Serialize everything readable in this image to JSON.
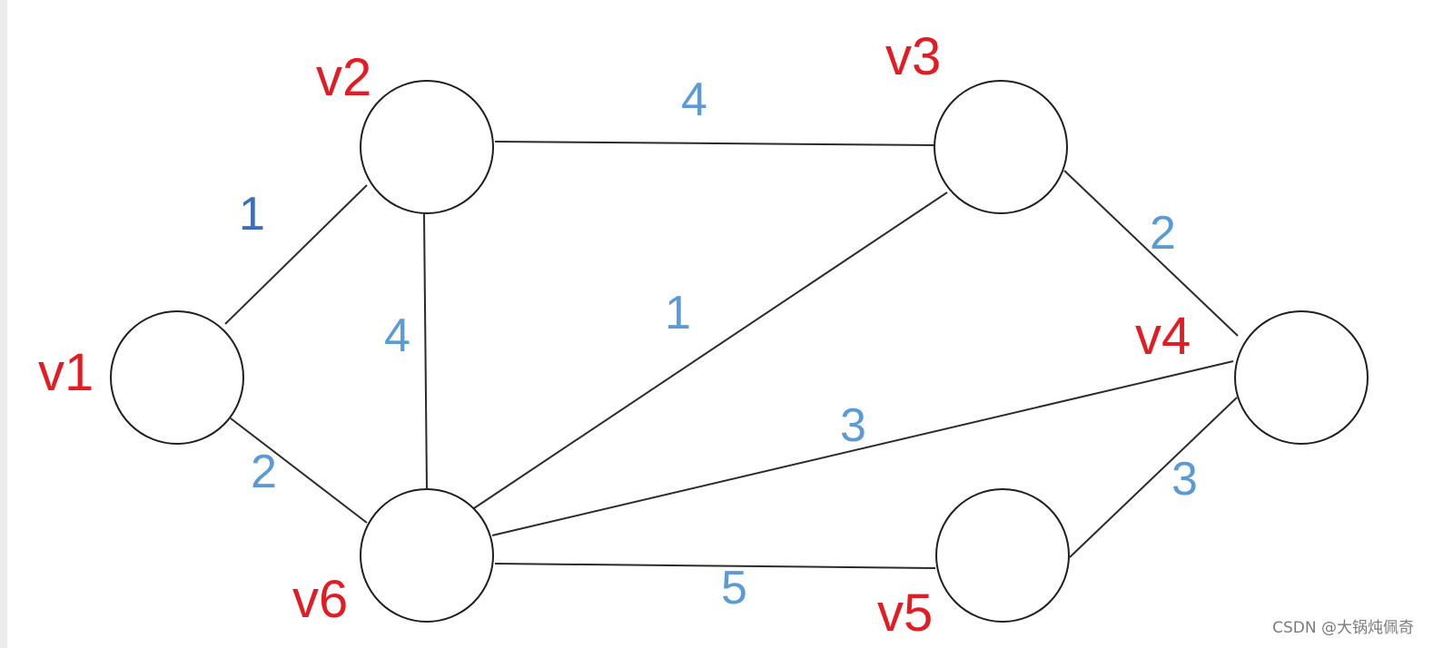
{
  "nodes": [
    {
      "id": "v1",
      "label": "v1"
    },
    {
      "id": "v2",
      "label": "v2"
    },
    {
      "id": "v3",
      "label": "v3"
    },
    {
      "id": "v4",
      "label": "v4"
    },
    {
      "id": "v5",
      "label": "v5"
    },
    {
      "id": "v6",
      "label": "v6"
    }
  ],
  "edges": [
    {
      "from": "v1",
      "to": "v2",
      "weight": "1"
    },
    {
      "from": "v1",
      "to": "v6",
      "weight": "2"
    },
    {
      "from": "v2",
      "to": "v3",
      "weight": "4"
    },
    {
      "from": "v2",
      "to": "v6",
      "weight": "4"
    },
    {
      "from": "v3",
      "to": "v6",
      "weight": "1"
    },
    {
      "from": "v3",
      "to": "v4",
      "weight": "2"
    },
    {
      "from": "v6",
      "to": "v4",
      "weight": "3"
    },
    {
      "from": "v6",
      "to": "v5",
      "weight": "5"
    },
    {
      "from": "v5",
      "to": "v4",
      "weight": "3"
    }
  ],
  "colors": {
    "node_label": "#e31b23",
    "weight_dark_blue": "#3a6cc0",
    "weight_light_blue": "#5b9bd5",
    "edge": "#2b2b2b"
  },
  "watermark": "CSDN @大锅炖佩奇"
}
